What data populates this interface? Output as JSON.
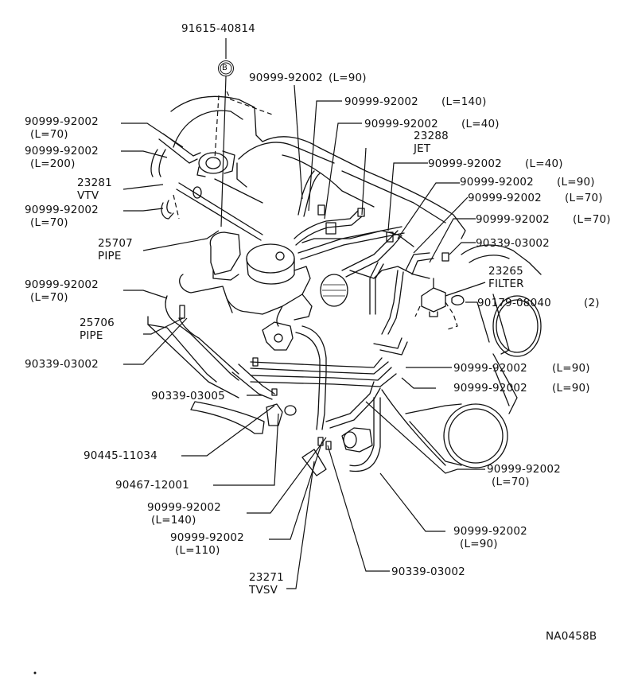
{
  "diagram": {
    "code": "NA0458B",
    "parts": {
      "p91615": {
        "number": "91615-40814",
        "marker": "B"
      },
      "p_top_90": {
        "number": "90999-92002",
        "detail": "(L=90)"
      },
      "p_top_140": {
        "number": "90999-92002",
        "detail": "(L=140)"
      },
      "p_top_40a": {
        "number": "90999-92002",
        "detail": "(L=40)"
      },
      "p_left_70a": {
        "number": "90999-92002",
        "detail": "(L=70)"
      },
      "p_left_200": {
        "number": "90999-92002",
        "detail": "(L=200)"
      },
      "p23288": {
        "number": "23288",
        "name": "JET"
      },
      "p_right_40b": {
        "number": "90999-92002",
        "detail": "(L=40)"
      },
      "p23281": {
        "number": "23281",
        "name": "VTV"
      },
      "p_right_90a": {
        "number": "90999-92002",
        "detail": "(L=90)"
      },
      "p_left_70b": {
        "number": "90999-92002",
        "detail": "(L=70)"
      },
      "p_right_70a": {
        "number": "90999-92002",
        "detail": "(L=70)"
      },
      "p_right_70b": {
        "number": "90999-92002",
        "detail": "(L=70)"
      },
      "p25707": {
        "number": "25707",
        "name": "PIPE"
      },
      "p90339_r": {
        "number": "90339-03002"
      },
      "p23265": {
        "number": "23265",
        "name": "FILTER"
      },
      "p_left_70c": {
        "number": "90999-92002",
        "detail": "(L=70)"
      },
      "p90179": {
        "number": "90179-08040",
        "detail": "(2)"
      },
      "p25706": {
        "number": "25706",
        "name": "PIPE"
      },
      "p90339_l": {
        "number": "90339-03002"
      },
      "p_right_90b": {
        "number": "90999-92002",
        "detail": "(L=90)"
      },
      "p_right_90c": {
        "number": "90999-92002",
        "detail": "(L=90)"
      },
      "p90339_03005": {
        "number": "90339-03005"
      },
      "p90445": {
        "number": "90445-11034"
      },
      "p_right_70c": {
        "number": "90999-92002",
        "detail": "(L=70)"
      },
      "p90467": {
        "number": "90467-12001"
      },
      "p_bot_140": {
        "number": "90999-92002",
        "detail": "(L=140)"
      },
      "p_bot_90": {
        "number": "90999-92002",
        "detail": "(L=90)"
      },
      "p_bot_110": {
        "number": "90999-92002",
        "detail": "(L=110)"
      },
      "p90339_b": {
        "number": "90339-03002"
      },
      "p23271": {
        "number": "23271",
        "name": "TVSV"
      }
    }
  }
}
